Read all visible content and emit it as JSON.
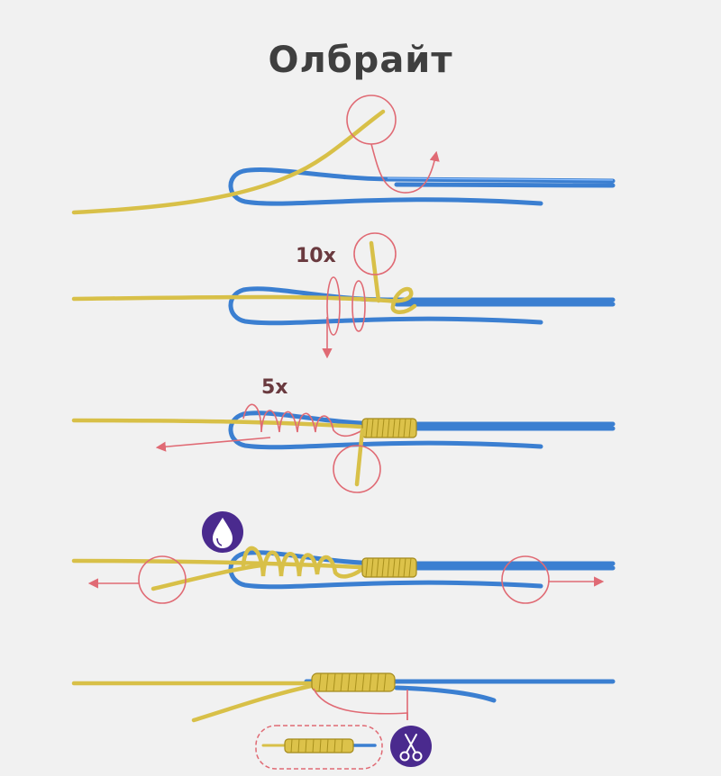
{
  "title": "Олбрайт",
  "steps": [
    {
      "label": ""
    },
    {
      "label": "10x"
    },
    {
      "label": "5x"
    },
    {
      "label": "",
      "icon": "water-drop-icon"
    },
    {
      "label": "",
      "icon": "scissors-icon"
    }
  ],
  "colors": {
    "main_line": "#3b7fd1",
    "leader_line": "#d8c048",
    "annotation": "#e06a74",
    "icon_badge": "#4a2a8e"
  }
}
